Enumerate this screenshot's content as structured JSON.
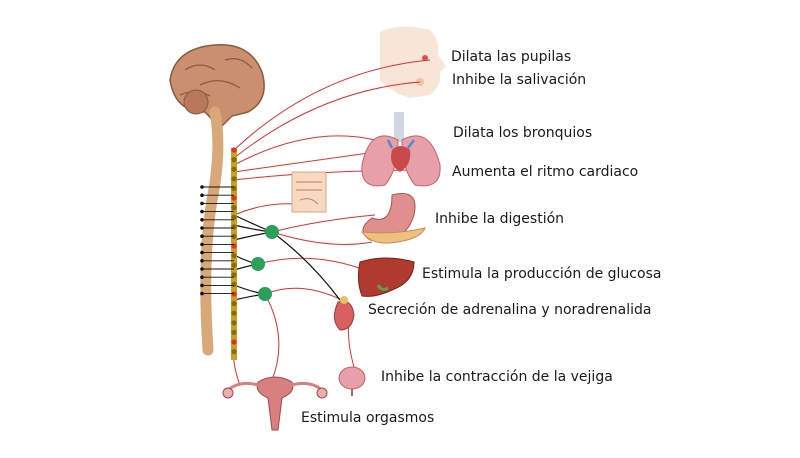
{
  "diagram": {
    "colors": {
      "nerve": "#e03030",
      "connector": "#111111",
      "spine": "#d9a878",
      "chain": "#c9a020",
      "ganglion": "#2aa05a",
      "brain": "#c98f6e",
      "organ": "#c84a4a"
    },
    "labels": {
      "pupils": "Dilata las pupilas",
      "salivation": "Inhibe la salivación",
      "bronchi": "Dilata los bronquios",
      "heart": "Aumenta el ritmo cardiaco",
      "digestion": "Inhibe la digestión",
      "glucose": "Estimula la producción de glucosa",
      "adrenaline": "Secreción de adrenalina y noradrenalida",
      "bladder": "Inhibe la contracción de la vejiga",
      "orgasm": "Estimula orgasmos"
    }
  }
}
